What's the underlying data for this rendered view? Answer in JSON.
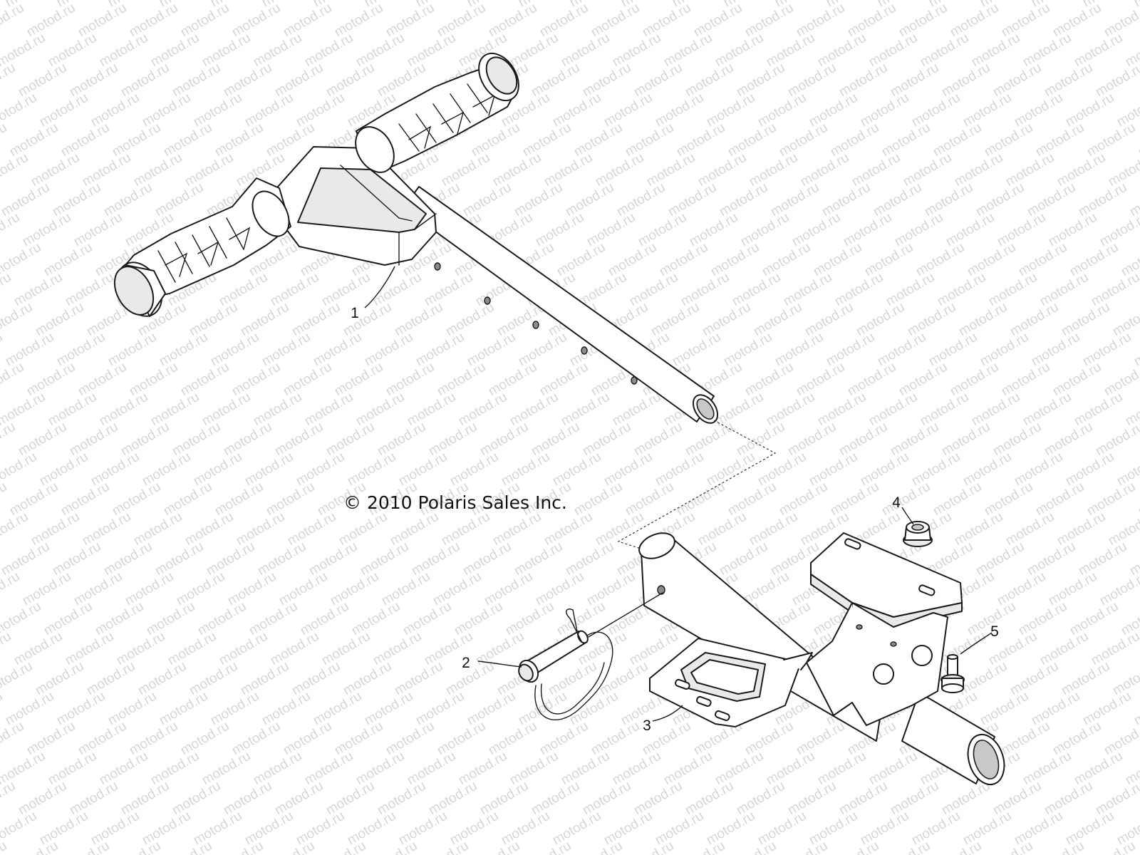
{
  "watermark": {
    "text": "motod.ru"
  },
  "copyright": "© 2010 Polaris Sales Inc.",
  "callouts": [
    {
      "id": "1",
      "label": "1"
    },
    {
      "id": "2",
      "label": "2"
    },
    {
      "id": "3",
      "label": "3"
    },
    {
      "id": "4",
      "label": "4"
    },
    {
      "id": "5",
      "label": "5"
    }
  ]
}
